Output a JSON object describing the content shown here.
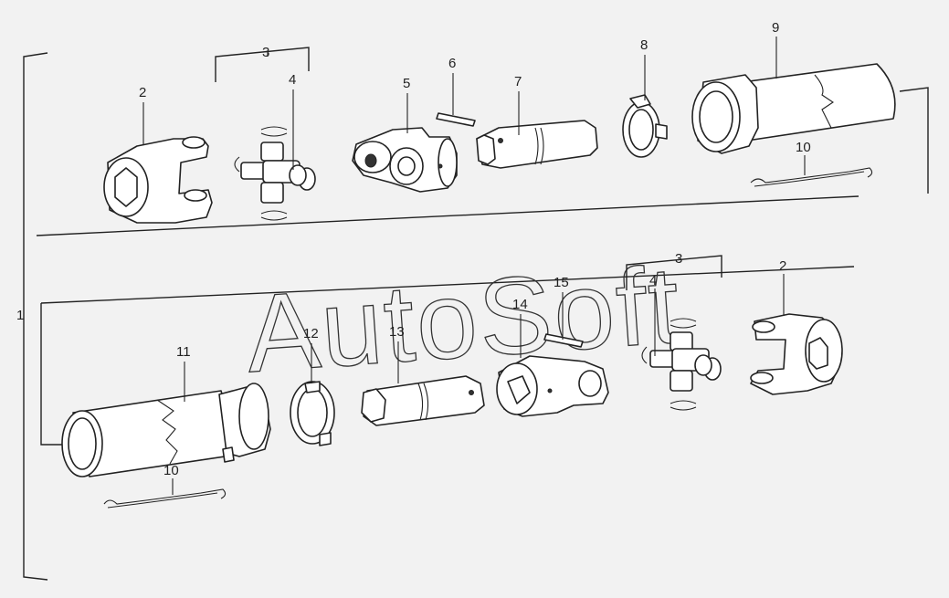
{
  "watermark": "AutoSoft",
  "callouts": {
    "c1": "1",
    "c2_top": "2",
    "c3_top": "3",
    "c4_top": "4",
    "c5": "5",
    "c6": "6",
    "c7": "7",
    "c8": "8",
    "c9": "9",
    "c10_top": "10",
    "c11": "11",
    "c12": "12",
    "c13": "13",
    "c14": "14",
    "c15": "15",
    "c3_bottom": "3",
    "c4_bottom": "4",
    "c2_bottom": "2",
    "c10_bottom": "10"
  },
  "colors": {
    "background": "#f2f2f2",
    "ink": "#222222"
  }
}
